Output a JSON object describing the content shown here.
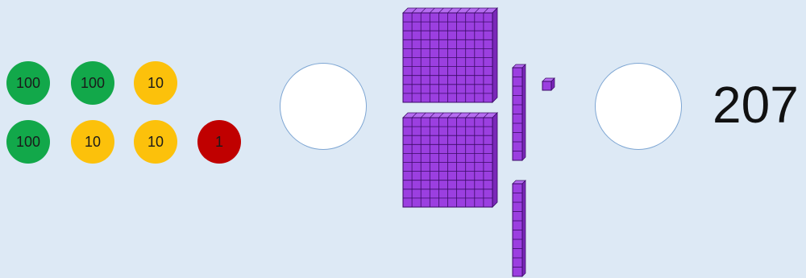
{
  "place_value_counters": [
    {
      "label": "100",
      "value": 100,
      "color": "#12a84a"
    },
    {
      "label": "100",
      "value": 100,
      "color": "#12a84a"
    },
    {
      "label": "10",
      "value": 10,
      "color": "#fcc10b"
    },
    {
      "label": "100",
      "value": 100,
      "color": "#12a84a"
    },
    {
      "label": "10",
      "value": 10,
      "color": "#fcc10b"
    },
    {
      "label": "10",
      "value": 10,
      "color": "#fcc10b"
    },
    {
      "label": "1",
      "value": 1,
      "color": "#c00000"
    }
  ],
  "base_ten_blocks": {
    "hundreds_flats": 2,
    "tens_rods": 2,
    "ones_cubes": 1,
    "color": "#9b3fe0"
  },
  "comparison_circles": [
    "empty",
    "empty"
  ],
  "number": "207"
}
